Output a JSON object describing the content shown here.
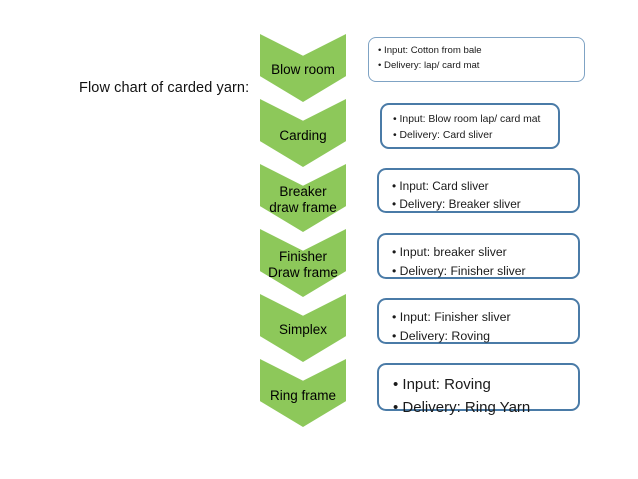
{
  "title": "Flow chart of carded yarn:",
  "colors": {
    "chevron_fill": "#8DC85A",
    "box_border": "#4A7BA7",
    "box_border_light": "#7FA3C4",
    "text": "#000000",
    "background": "#ffffff"
  },
  "stages": [
    {
      "name": "Blow room",
      "label": "Blow room",
      "input": "• Input: Cotton from bale",
      "delivery": "• Delivery: lap/ card mat"
    },
    {
      "name": "Carding",
      "label": "Carding",
      "input": "• Input: Blow room lap/ card mat",
      "delivery": "• Delivery: Card sliver"
    },
    {
      "name": "Breaker draw frame",
      "label": "Breaker\ndraw frame",
      "input": "• Input: Card sliver",
      "delivery": "• Delivery: Breaker sliver"
    },
    {
      "name": "Finisher draw frame",
      "label": "Finisher\nDraw frame",
      "input": "• Input: breaker sliver",
      "delivery": "• Delivery: Finisher sliver"
    },
    {
      "name": "Simplex",
      "label": "Simplex",
      "input": "• Input: Finisher sliver",
      "delivery": "• Delivery: Roving"
    },
    {
      "name": "Ring frame",
      "label": "Ring frame",
      "input": "• Input: Roving",
      "delivery": "• Delivery: Ring Yarn"
    }
  ]
}
